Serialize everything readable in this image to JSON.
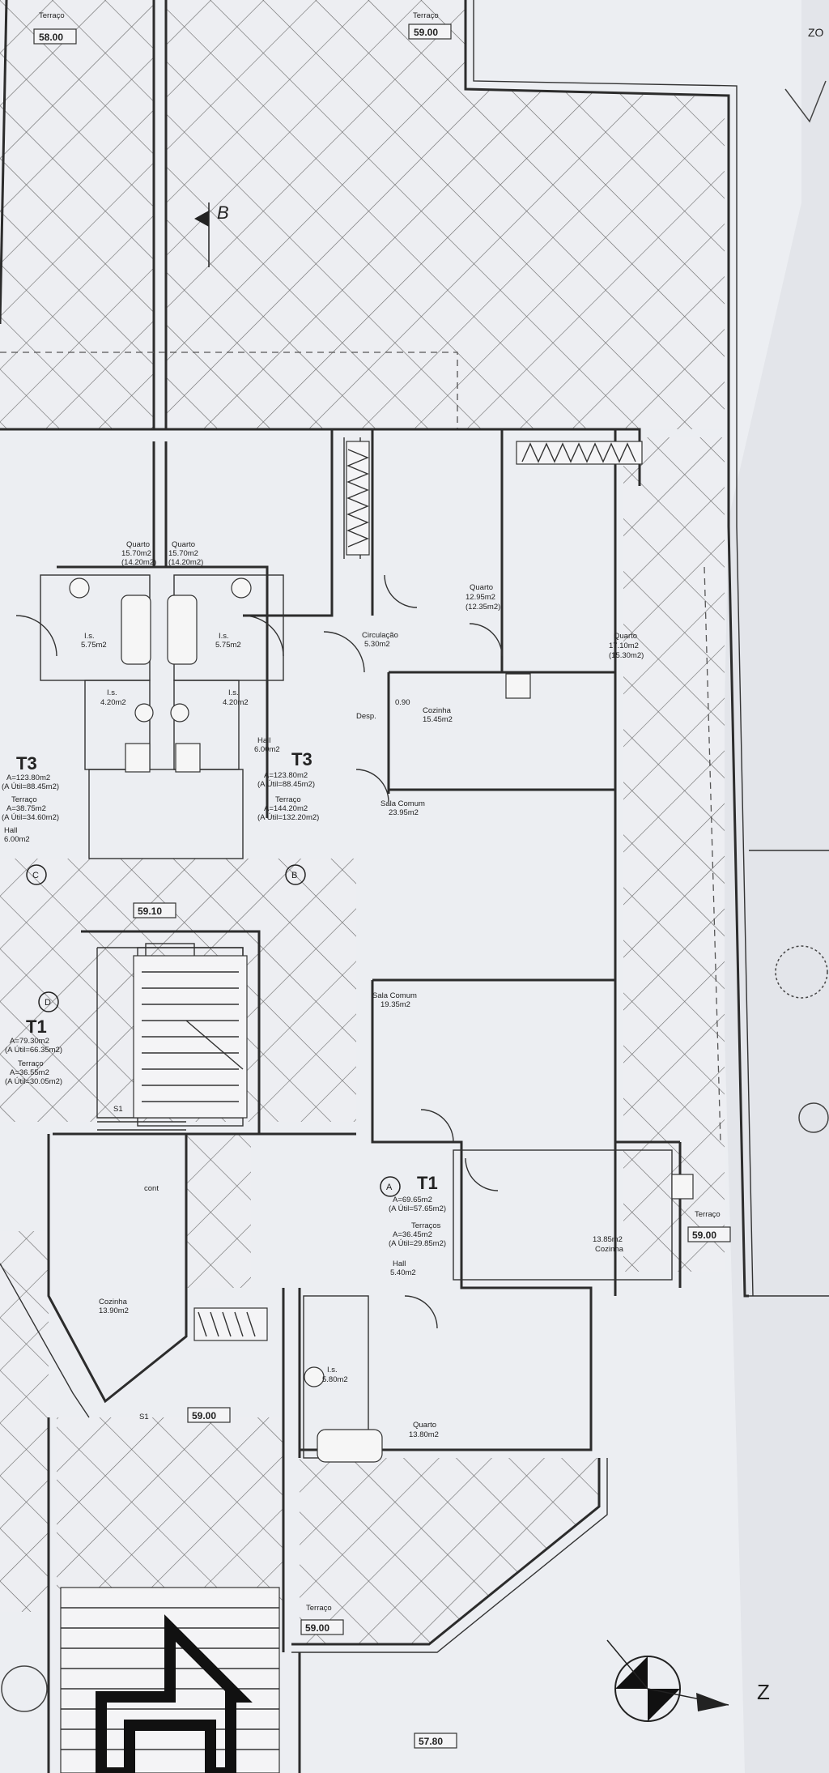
{
  "plan": {
    "rooms": [
      {
        "id": "terraco-top-left",
        "name": "Terraço"
      },
      {
        "id": "terraco-top-right",
        "name": "Terraço"
      },
      {
        "id": "quarto-a",
        "name": "Quarto",
        "area": "15.70m2",
        "util": "(14.20m2)"
      },
      {
        "id": "quarto-b",
        "name": "Quarto",
        "area": "15.70m2",
        "util": "(14.20m2)"
      },
      {
        "id": "quarto-c",
        "name": "Quarto",
        "area": "12.95m2",
        "util": "(12.35m2)"
      },
      {
        "id": "quarto-d",
        "name": "Quarto",
        "area": "17.10m2",
        "util": "(15.30m2)"
      },
      {
        "id": "is-1",
        "name": "I.s.",
        "area": "5.75m2"
      },
      {
        "id": "is-2",
        "name": "I.s.",
        "area": "5.75m2"
      },
      {
        "id": "is-3",
        "name": "I.s.",
        "area": "4.20m2"
      },
      {
        "id": "is-4",
        "name": "I.s.",
        "area": "4.20m2"
      },
      {
        "id": "circulacao",
        "name": "Circulação",
        "area": "5.30m2"
      },
      {
        "id": "hall-1",
        "name": "Hall",
        "area": "6.00m2"
      },
      {
        "id": "hall-2",
        "name": "Hall",
        "area": "6.00m2"
      },
      {
        "id": "desp",
        "name": "Desp."
      },
      {
        "id": "cozinha-1",
        "name": "Cozinha",
        "area": "15.45m2"
      },
      {
        "id": "sala-1",
        "name": "Sala Comum",
        "area": "23.95m2"
      },
      {
        "id": "sala-2",
        "name": "Sala Comum",
        "area": "19.35m2"
      },
      {
        "id": "cozinha-2",
        "name": "Cozinha",
        "area": "13.85m2"
      },
      {
        "id": "cozinha-3",
        "name": "Cozinha",
        "area": "13.90m2"
      },
      {
        "id": "hall-3",
        "name": "Hall",
        "area": "5.40m2"
      },
      {
        "id": "is-5",
        "name": "I.s.",
        "area": "5.80m2"
      },
      {
        "id": "quarto-e",
        "name": "Quarto",
        "area": "13.80m2"
      },
      {
        "id": "terraco-right",
        "name": "Terraço"
      },
      {
        "id": "terraco-bottom",
        "name": "Terraço"
      }
    ],
    "units": [
      {
        "letter": "B",
        "type": "T3",
        "area": "A=123.80m2",
        "util": "(A Útil=88.45m2)",
        "terrace": "Terraço",
        "terrace_area": "A=144.20m2",
        "terrace_util": "(A Útil=132.20m2)"
      },
      {
        "letter": "C",
        "type": "T3",
        "area": "A=123.80m2",
        "util": "(A Útil=88.45m2)",
        "terrace": "Terraço",
        "terrace_area": "A=38.75m2",
        "terrace_util": "(A Útil=34.60m2)"
      },
      {
        "letter": "D",
        "type": "T1",
        "area": "A=79.30m2",
        "util": "(A Útil=66.35m2)",
        "terrace": "Terraço",
        "terrace_area": "A=36.55m2",
        "terrace_util": "(A Útil=30.05m2)"
      },
      {
        "letter": "A",
        "type": "T1",
        "area": "A=69.65m2",
        "util": "(A Útil=57.65m2)",
        "terrace": "Terraços",
        "terrace_area": "A=36.45m2",
        "terrace_util": "(A Útil=29.85m2)"
      }
    ],
    "elevations": [
      "58.00",
      "59.00",
      "59.10",
      "59.00",
      "59.00",
      "59.00",
      "57.80"
    ],
    "section_mark": "B",
    "stair_labels": [
      "S1",
      "S1"
    ],
    "cont_label": "cont",
    "compass": "Z",
    "margin_fragment": "ZO",
    "desp_tag": "0.90"
  }
}
